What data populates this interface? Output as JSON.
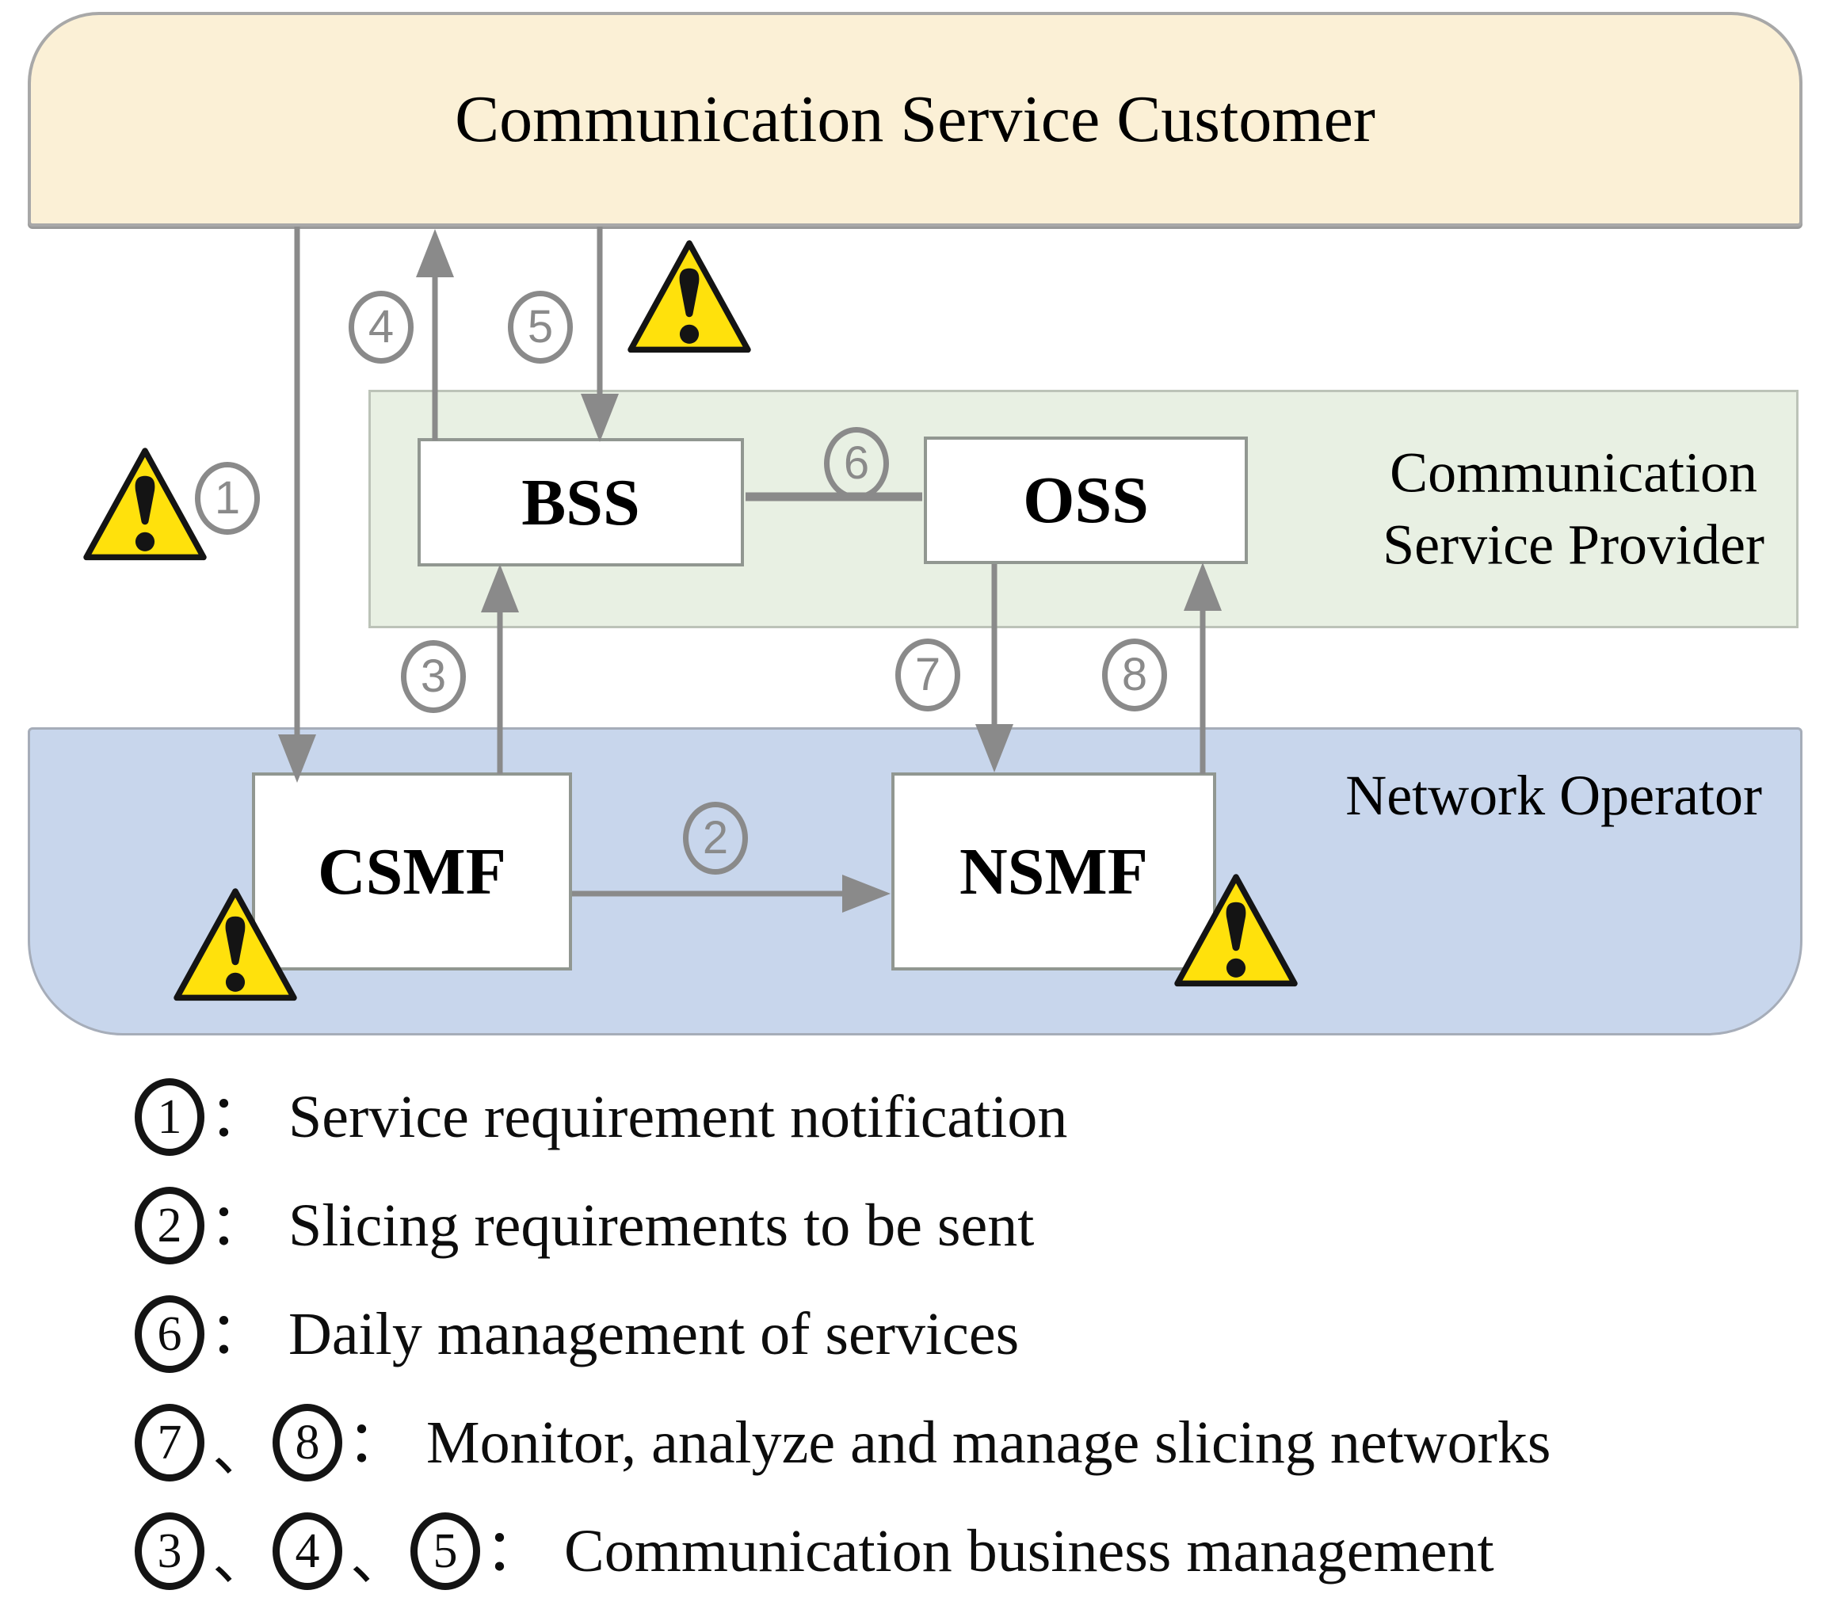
{
  "title": "Network slicing management architecture diagram",
  "bands": {
    "customer_label": "Communication Service Customer",
    "provider_label_line1": "Communication",
    "provider_label_line2": "Service Provider",
    "operator_label": "Network Operator"
  },
  "boxes": {
    "bss": "BSS",
    "oss": "OSS",
    "csmf": "CSMF",
    "nsmf": "NSMF"
  },
  "badges": {
    "b1": "1",
    "b2": "2",
    "b3": "3",
    "b4": "4",
    "b5": "5",
    "b6": "6",
    "b7": "7",
    "b8": "8"
  },
  "icons": {
    "warning": "warning-triangle-exclamation"
  },
  "legend": {
    "separator": "、",
    "colon": "：",
    "rows": [
      {
        "nums": [
          "1"
        ],
        "text": "Service requirement notification"
      },
      {
        "nums": [
          "2"
        ],
        "text": "Slicing requirements to be sent"
      },
      {
        "nums": [
          "6"
        ],
        "text": "Daily management of services"
      },
      {
        "nums": [
          "7",
          "8"
        ],
        "text": "Monitor, analyze and manage slicing networks"
      },
      {
        "nums": [
          "3",
          "4",
          "5"
        ],
        "text": "Communication business management"
      }
    ]
  },
  "colors": {
    "customer_band_fill": "#FBF0D6",
    "provider_band_fill": "#E8F0E3",
    "operator_band_fill": "#C8D6EC",
    "band_border_gray": "#A8A8A8",
    "box_border_gray": "#919791",
    "arrow_gray": "#8A8A8A",
    "warning_yellow": "#FFE10C",
    "text_black": "#000000"
  }
}
